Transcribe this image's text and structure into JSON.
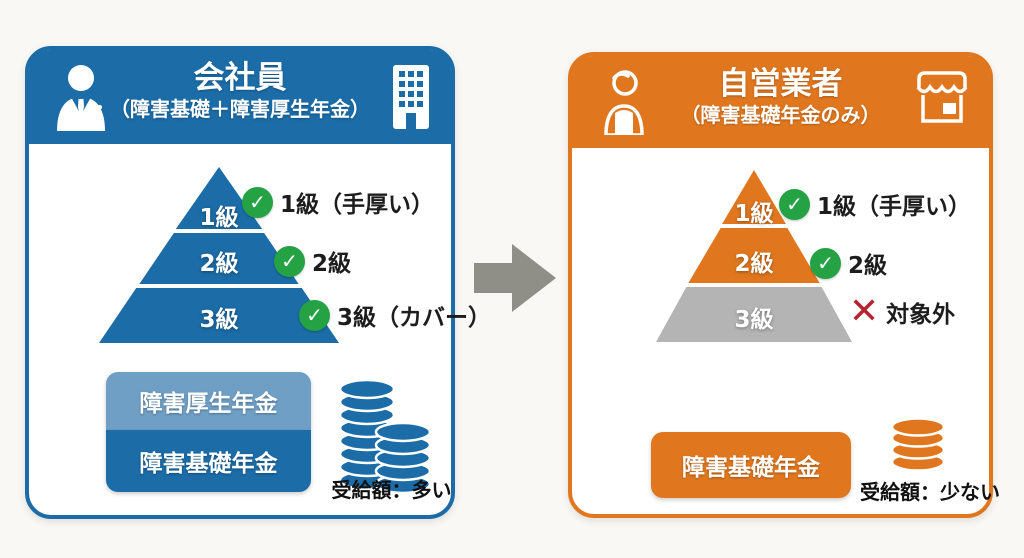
{
  "page": {
    "background": "#faf8f4"
  },
  "colors": {
    "blue": "#1b6ca7",
    "light_blue": "#6f9fc5",
    "orange": "#e0771f",
    "gray_tier": "#b5b4b4",
    "green_check": "#25a244",
    "red_cross": "#b5232f",
    "arrow_gray": "#8f8f87"
  },
  "left": {
    "title": "会社員",
    "subtitle": "（障害基礎＋障害厚生年金）",
    "tiers": [
      {
        "label": "1級"
      },
      {
        "label": "2級"
      },
      {
        "label": "3級"
      }
    ],
    "annotations": [
      {
        "mark": "✓",
        "text": "1級（手厚い）"
      },
      {
        "mark": "✓",
        "text": "2級"
      },
      {
        "mark": "✓",
        "text": "3級（カバー）"
      }
    ],
    "boxes": [
      {
        "label": "障害厚生年金"
      },
      {
        "label": "障害基礎年金"
      }
    ],
    "amount": "受給額：多い"
  },
  "right": {
    "title": "自営業者",
    "subtitle": "（障害基礎年金のみ）",
    "tiers": [
      {
        "label": "1級"
      },
      {
        "label": "2級"
      },
      {
        "label": "3級"
      }
    ],
    "annotations": [
      {
        "mark": "✓",
        "text": "1級（手厚い）"
      },
      {
        "mark": "✓",
        "text": "2級"
      },
      {
        "mark": "✕",
        "text": "対象外"
      }
    ],
    "boxes": [
      {
        "label": "障害基礎年金"
      }
    ],
    "amount": "受給額：少ない"
  }
}
